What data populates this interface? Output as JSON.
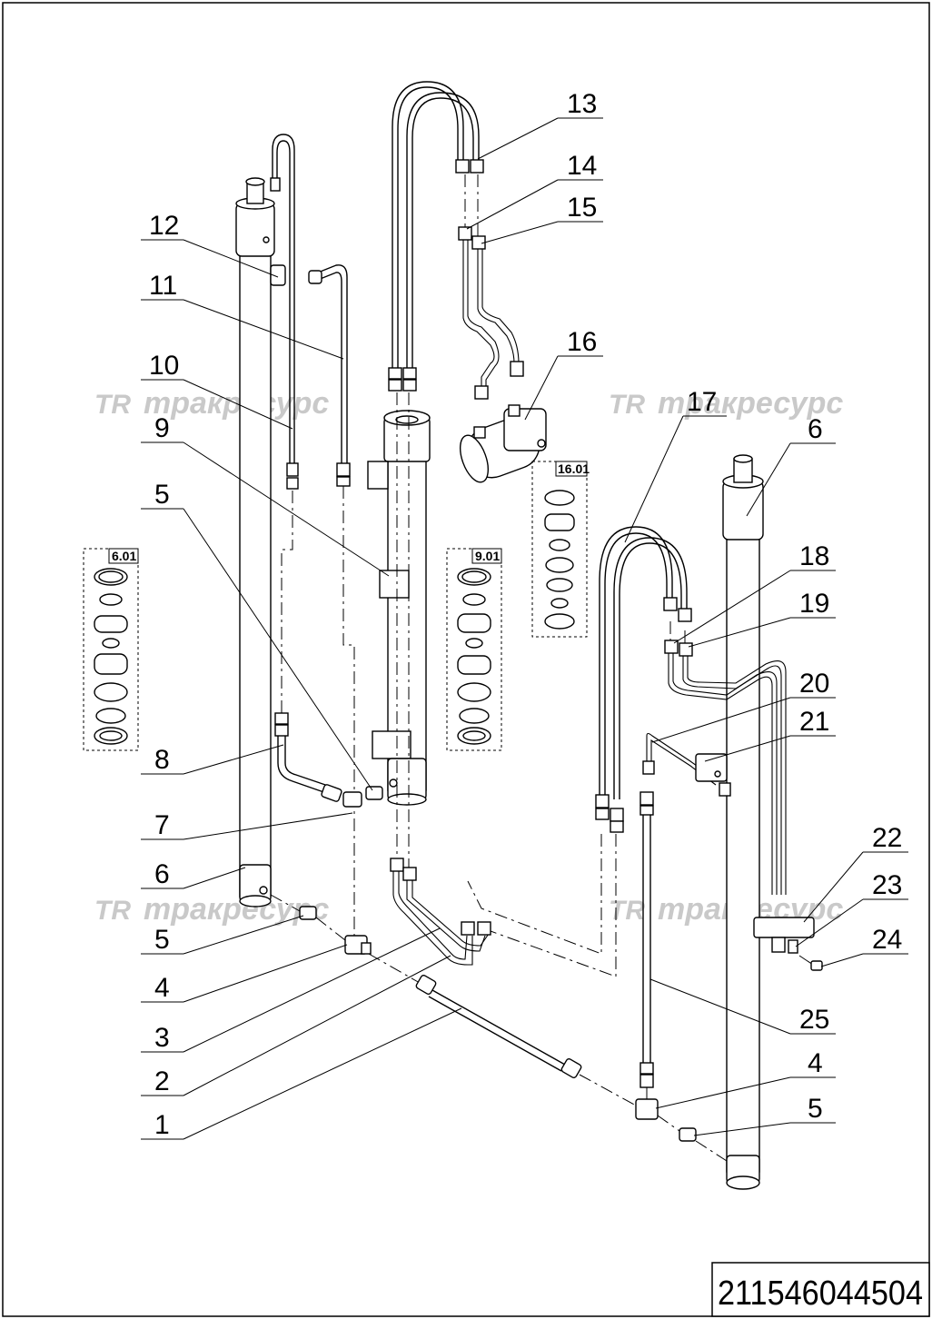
{
  "drawing_number": "211546044504",
  "watermark": {
    "logo": "TR",
    "text": "тракресурс"
  },
  "kits": [
    "6.01",
    "9.01",
    "16.01"
  ],
  "callouts": {
    "c1": "1",
    "c2": "2",
    "c3": "3",
    "c4": "4",
    "c4b": "4",
    "c5": "5",
    "c5b": "5",
    "c5c": "5",
    "c6": "6",
    "c6b": "6",
    "c7": "7",
    "c8": "8",
    "c9": "9",
    "c10": "10",
    "c11": "11",
    "c12": "12",
    "c13": "13",
    "c14": "14",
    "c15": "15",
    "c16": "16",
    "c17": "17",
    "c18": "18",
    "c19": "19",
    "c20": "20",
    "c21": "21",
    "c22": "22",
    "c23": "23",
    "c24": "24",
    "c25": "25"
  }
}
